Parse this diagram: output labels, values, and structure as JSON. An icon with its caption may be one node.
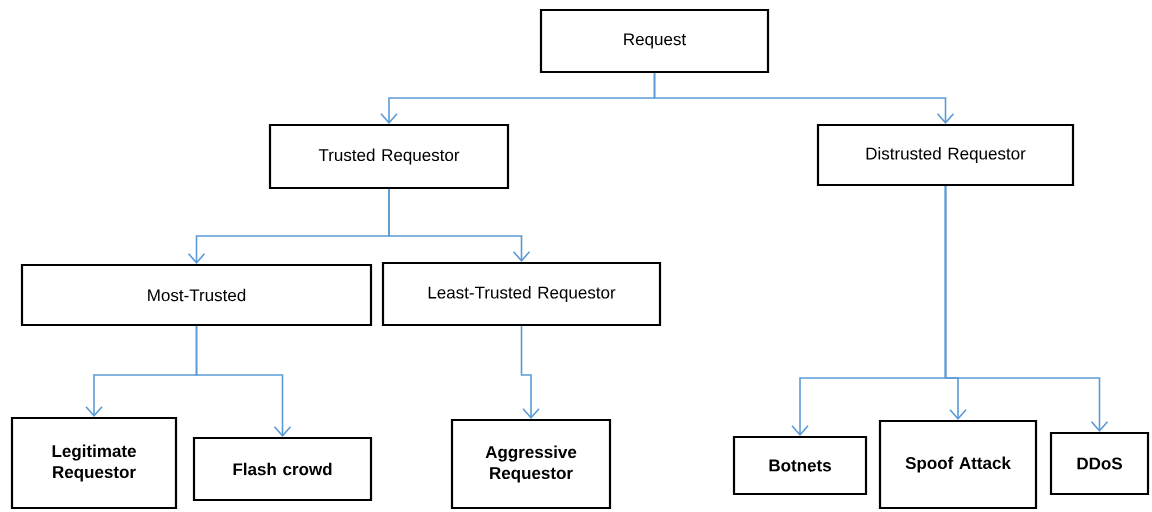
{
  "diagram": {
    "nodes": [
      {
        "text": [
          "Request"
        ]
      },
      {
        "text": [
          "Trusted Requestor"
        ]
      },
      {
        "text": [
          "Distrusted Requestor"
        ]
      },
      {
        "text": [
          "Most-Trusted"
        ]
      },
      {
        "text": [
          "Least-Trusted Requestor"
        ]
      },
      {
        "text": [
          "Legitimate Requestor"
        ]
      },
      {
        "text": [
          "Flash crowd"
        ]
      },
      {
        "text": [
          "Aggressive Requestor"
        ]
      },
      {
        "text": [
          "Botnets"
        ]
      },
      {
        "text": [
          "Spoof Attack"
        ]
      },
      {
        "text": [
          "DDoS"
        ]
      }
    ],
    "edges": [
      {
        "from": 0,
        "to": 1,
        "arrow": "to"
      },
      {
        "from": 0,
        "to": 2,
        "arrow": "to"
      },
      {
        "from": 1,
        "to": 3,
        "arrow": "to"
      },
      {
        "from": 1,
        "to": 4,
        "arrow": "to"
      },
      {
        "from": 3,
        "to": 5,
        "arrow": "to"
      },
      {
        "from": 3,
        "to": 6,
        "arrow": "to"
      },
      {
        "from": 4,
        "to": 7,
        "arrow": "to"
      },
      {
        "from": 2,
        "to": 8,
        "arrow": "to"
      },
      {
        "from": 2,
        "to": 9,
        "arrow": "to"
      },
      {
        "from": 2,
        "to": 10,
        "arrow": "to"
      }
    ]
  }
}
